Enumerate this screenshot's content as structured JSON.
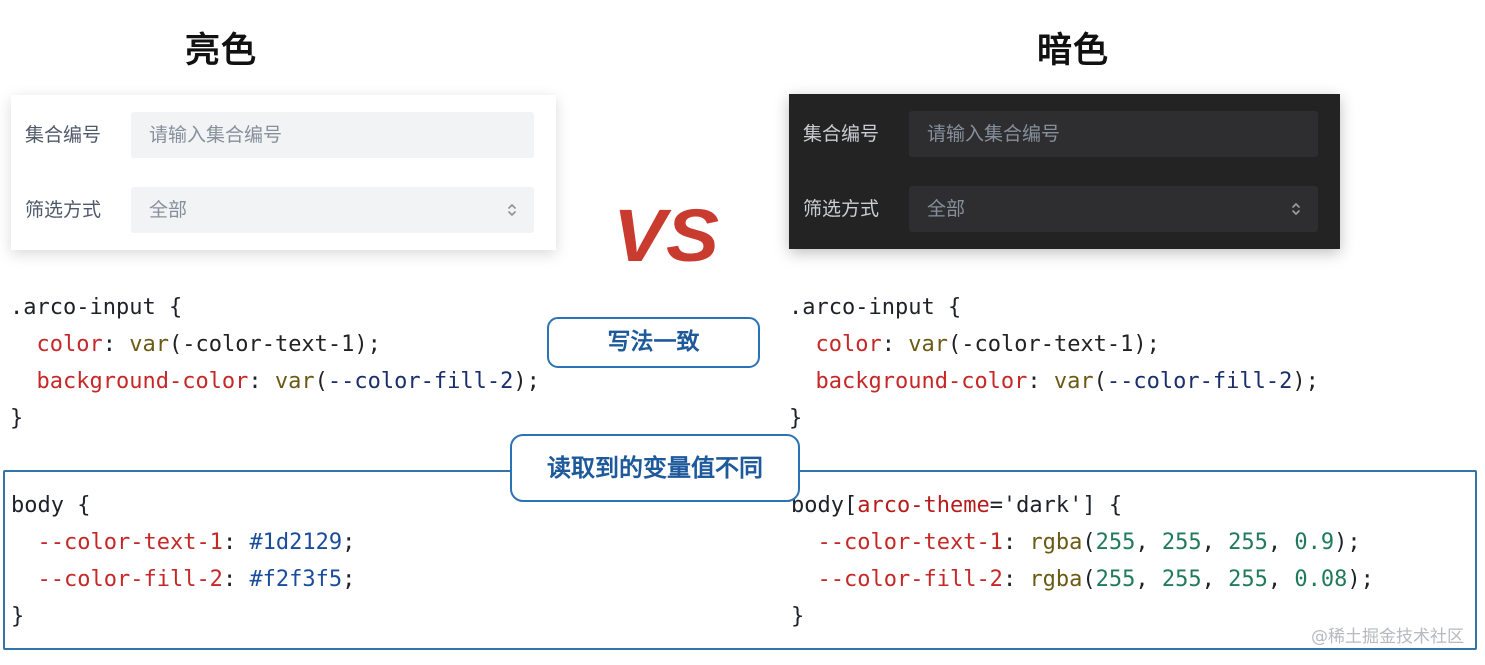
{
  "headings": {
    "light": "亮色",
    "dark": "暗色"
  },
  "vs_text": "VS",
  "forms": {
    "light": {
      "collection_label": "集合编号",
      "collection_placeholder": "请输入集合编号",
      "filter_label": "筛选方式",
      "filter_value": "全部"
    },
    "dark": {
      "collection_label": "集合编号",
      "collection_placeholder": "请输入集合编号",
      "filter_label": "筛选方式",
      "filter_value": "全部"
    }
  },
  "callouts": {
    "same_usage": "写法一致",
    "different_values": "读取到的变量值不同"
  },
  "code": {
    "top_left": [
      [
        {
          "text": ".arco-input {",
          "kind": "punct"
        }
      ],
      [
        {
          "text": "  ",
          "kind": "punct"
        },
        {
          "text": "color",
          "kind": "property"
        },
        {
          "text": ": ",
          "kind": "punct"
        },
        {
          "text": "var",
          "kind": "fn"
        },
        {
          "text": "(-color-text-1);",
          "kind": "var"
        }
      ],
      [
        {
          "text": "  ",
          "kind": "punct"
        },
        {
          "text": "background-color",
          "kind": "property"
        },
        {
          "text": ": ",
          "kind": "punct"
        },
        {
          "text": "var",
          "kind": "fn"
        },
        {
          "text": "(",
          "kind": "var"
        },
        {
          "text": "--color-fill-2",
          "kind": "var-link"
        },
        {
          "text": ");",
          "kind": "var"
        }
      ],
      [
        {
          "text": "}",
          "kind": "punct"
        }
      ]
    ],
    "top_right": [
      [
        {
          "text": ".arco-input {",
          "kind": "punct"
        }
      ],
      [
        {
          "text": "  ",
          "kind": "punct"
        },
        {
          "text": "color",
          "kind": "property"
        },
        {
          "text": ": ",
          "kind": "punct"
        },
        {
          "text": "var",
          "kind": "fn"
        },
        {
          "text": "(-color-text-1);",
          "kind": "var"
        }
      ],
      [
        {
          "text": "  ",
          "kind": "punct"
        },
        {
          "text": "background-color",
          "kind": "property"
        },
        {
          "text": ": ",
          "kind": "punct"
        },
        {
          "text": "var",
          "kind": "fn"
        },
        {
          "text": "(",
          "kind": "var"
        },
        {
          "text": "--color-fill-2",
          "kind": "var-link"
        },
        {
          "text": ");",
          "kind": "var"
        }
      ],
      [
        {
          "text": "}",
          "kind": "punct"
        }
      ]
    ],
    "bottom_left": [
      [
        {
          "text": "body {",
          "kind": "punct"
        }
      ],
      [
        {
          "text": "  ",
          "kind": "punct"
        },
        {
          "text": "--color-text-1",
          "kind": "property"
        },
        {
          "text": ": ",
          "kind": "punct"
        },
        {
          "text": "#1d2129",
          "kind": "hex"
        },
        {
          "text": ";",
          "kind": "punct"
        }
      ],
      [
        {
          "text": "  ",
          "kind": "punct"
        },
        {
          "text": "--color-fill-2",
          "kind": "property"
        },
        {
          "text": ": ",
          "kind": "punct"
        },
        {
          "text": "#f2f3f5",
          "kind": "hex"
        },
        {
          "text": ";",
          "kind": "punct"
        }
      ],
      [
        {
          "text": "}",
          "kind": "punct"
        }
      ]
    ],
    "bottom_right": [
      [
        {
          "text": "body[",
          "kind": "punct"
        },
        {
          "text": "arco-theme",
          "kind": "attr"
        },
        {
          "text": "='dark'] {",
          "kind": "string"
        }
      ],
      [
        {
          "text": "  ",
          "kind": "punct"
        },
        {
          "text": "--color-text-1",
          "kind": "property"
        },
        {
          "text": ": ",
          "kind": "punct"
        },
        {
          "text": "rgba",
          "kind": "fn"
        },
        {
          "text": "(",
          "kind": "punct"
        },
        {
          "text": "255",
          "kind": "num"
        },
        {
          "text": ", ",
          "kind": "punct"
        },
        {
          "text": "255",
          "kind": "num"
        },
        {
          "text": ", ",
          "kind": "punct"
        },
        {
          "text": "255",
          "kind": "num"
        },
        {
          "text": ", ",
          "kind": "punct"
        },
        {
          "text": "0.9",
          "kind": "num"
        },
        {
          "text": ");",
          "kind": "punct"
        }
      ],
      [
        {
          "text": "  ",
          "kind": "punct"
        },
        {
          "text": "--color-fill-2",
          "kind": "property"
        },
        {
          "text": ": ",
          "kind": "punct"
        },
        {
          "text": "rgba",
          "kind": "fn"
        },
        {
          "text": "(",
          "kind": "punct"
        },
        {
          "text": "255",
          "kind": "num"
        },
        {
          "text": ", ",
          "kind": "punct"
        },
        {
          "text": "255",
          "kind": "num"
        },
        {
          "text": ", ",
          "kind": "punct"
        },
        {
          "text": "255",
          "kind": "num"
        },
        {
          "text": ", ",
          "kind": "punct"
        },
        {
          "text": "0.08",
          "kind": "num"
        },
        {
          "text": ");",
          "kind": "punct"
        }
      ],
      [
        {
          "text": "}",
          "kind": "punct"
        }
      ]
    ]
  },
  "watermark": "@稀土掘金技术社区",
  "colors": {
    "vs_red": "#c93a2f",
    "callout_blue": "#2c73b5",
    "frame_blue": "#3474a8",
    "dark_panel": "#232324",
    "dark_field": "#2e2e30",
    "light_field": "#f2f3f5"
  },
  "icons": {
    "select_arrow": "up-down-chevron-icon"
  }
}
